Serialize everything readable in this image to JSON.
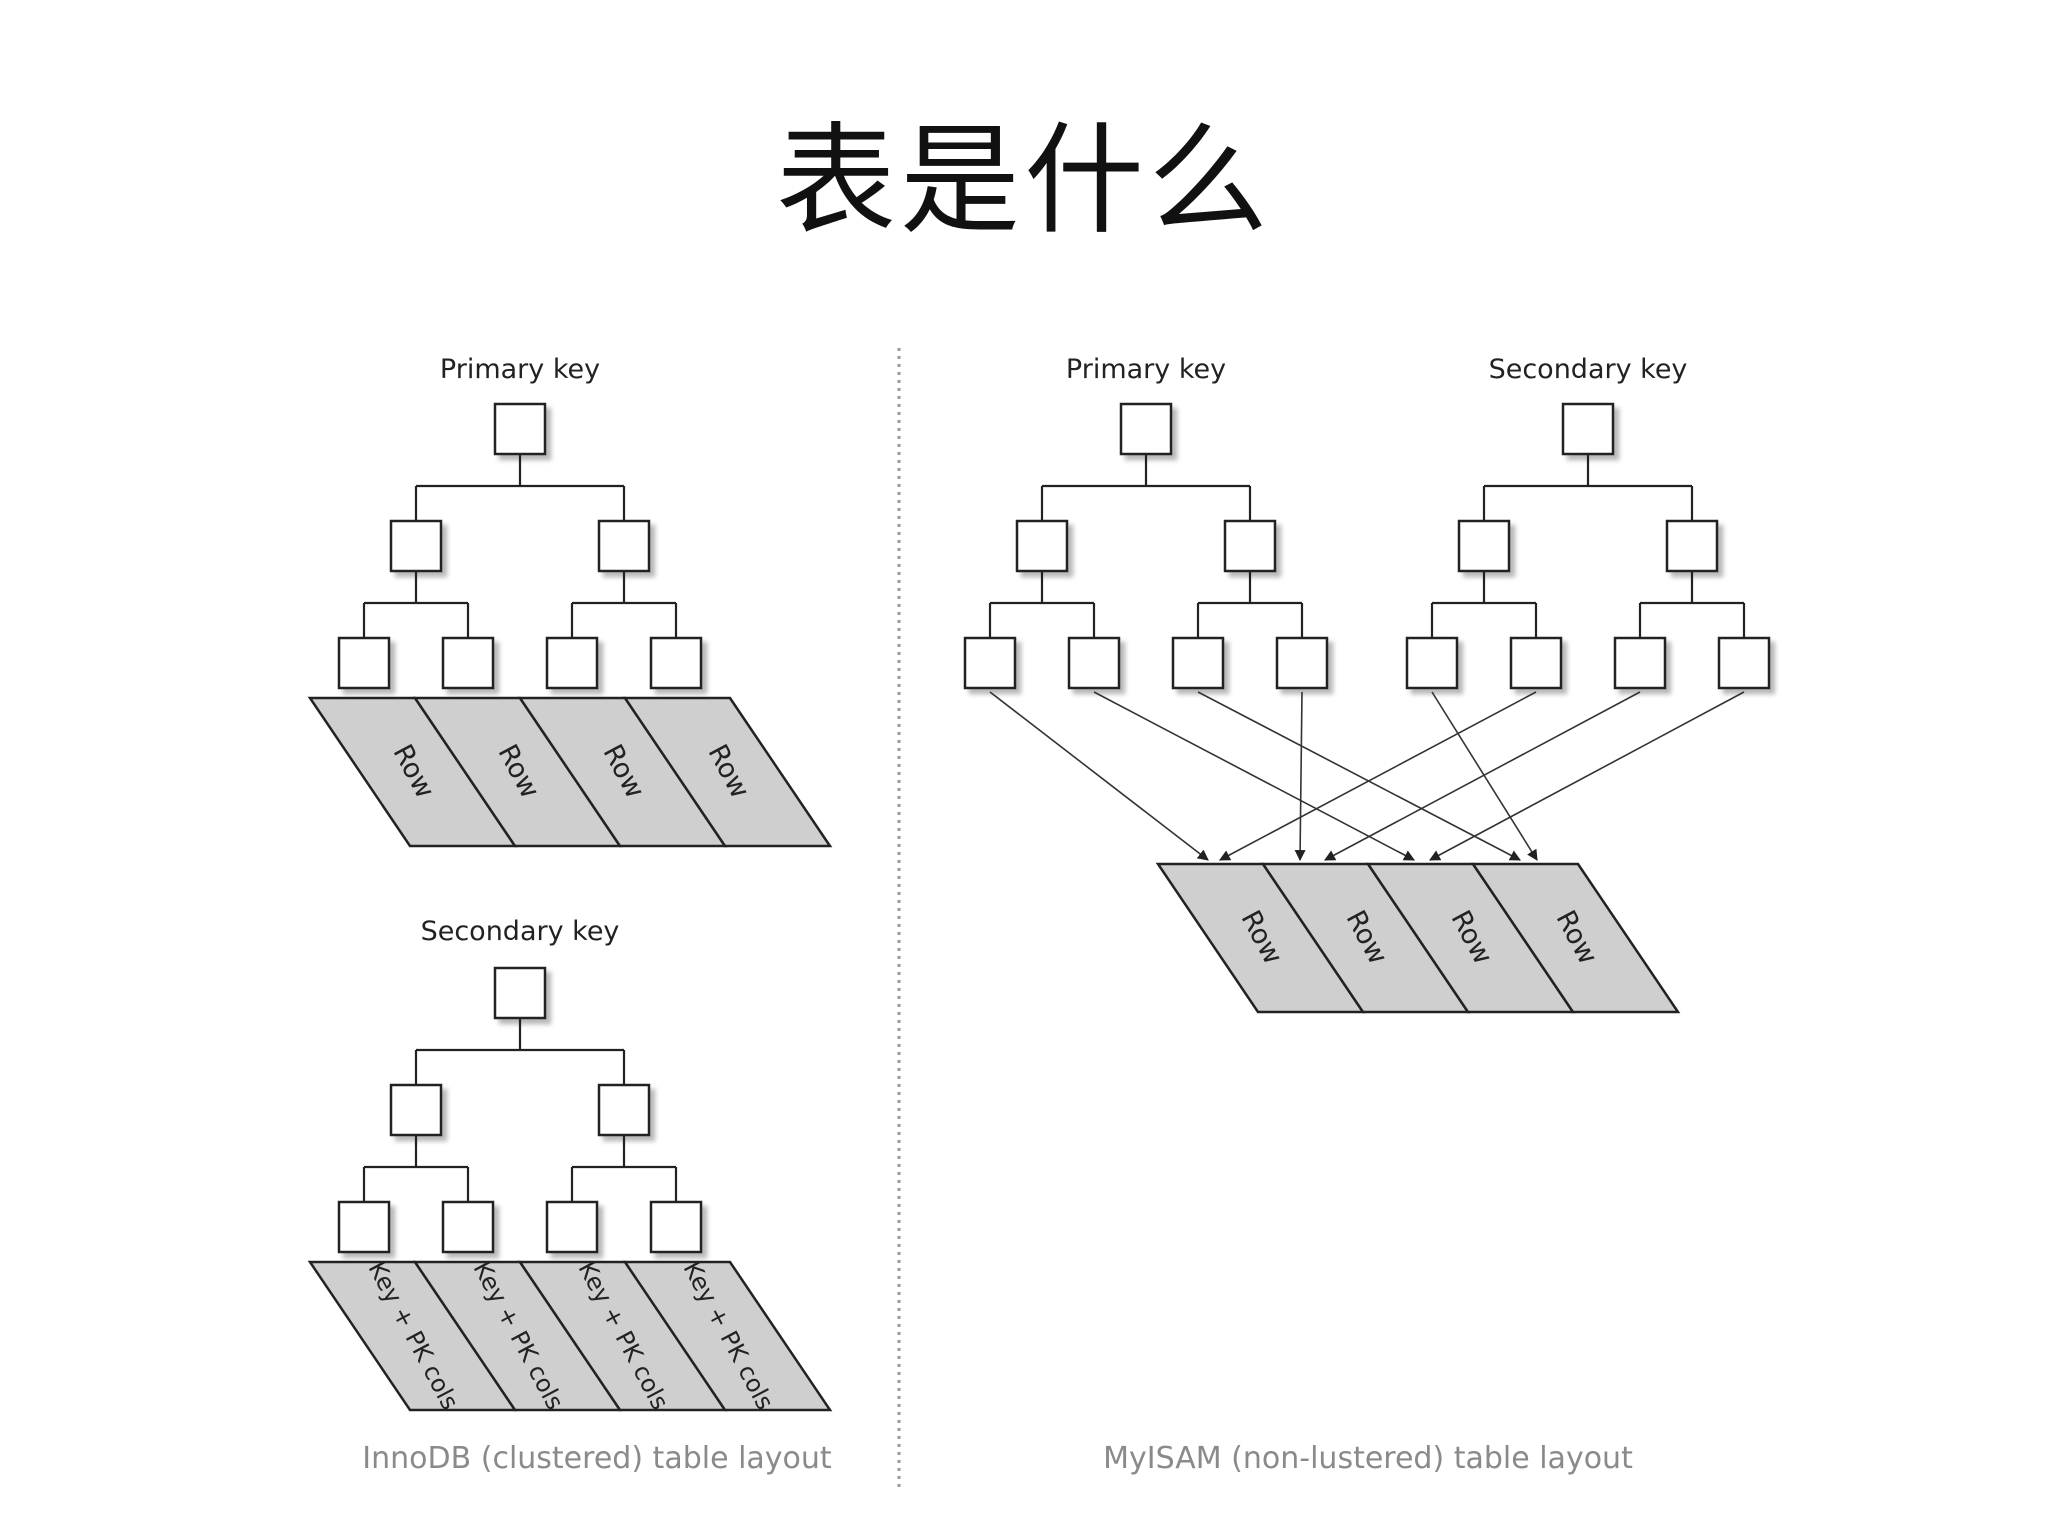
{
  "slide": {
    "title": "表是什么"
  },
  "innodb": {
    "primary": {
      "label": "Primary key",
      "leaves": [
        "Row",
        "Row",
        "Row",
        "Row"
      ]
    },
    "secondary": {
      "label": "Secondary key",
      "leaves": [
        "Key + PK cols",
        "Key + PK cols",
        "Key + PK cols",
        "Key + PK cols"
      ]
    },
    "caption": "InnoDB (clustered) table layout"
  },
  "myisam": {
    "primary": {
      "label": "Primary key"
    },
    "secondary": {
      "label": "Secondary key"
    },
    "rows": [
      "Row",
      "Row",
      "Row",
      "Row"
    ],
    "caption": "MyISAM (non-lustered) table layout"
  },
  "colors": {
    "cell_fill": "#cfcfcf",
    "line": "#222222",
    "caption": "#8a8a8a",
    "divider": "#9a9a9a"
  }
}
